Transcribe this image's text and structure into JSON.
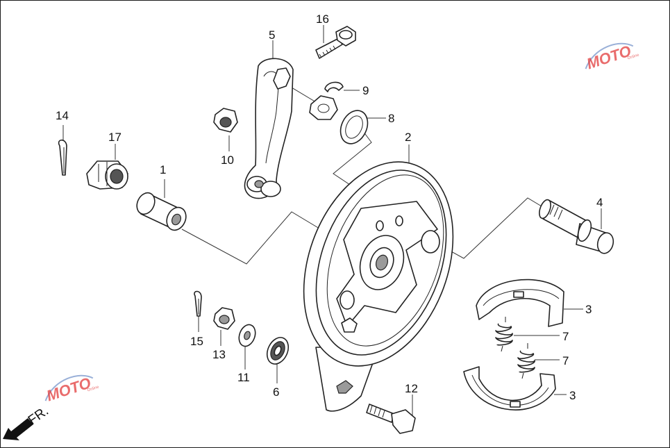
{
  "diagram": {
    "labels": [
      {
        "id": "1",
        "text": "1"
      },
      {
        "id": "2",
        "text": "2"
      },
      {
        "id": "3a",
        "text": "3"
      },
      {
        "id": "3b",
        "text": "3"
      },
      {
        "id": "4",
        "text": "4"
      },
      {
        "id": "5",
        "text": "5"
      },
      {
        "id": "6",
        "text": "6"
      },
      {
        "id": "7a",
        "text": "7"
      },
      {
        "id": "7b",
        "text": "7"
      },
      {
        "id": "8",
        "text": "8"
      },
      {
        "id": "9",
        "text": "9"
      },
      {
        "id": "10",
        "text": "10"
      },
      {
        "id": "11",
        "text": "11"
      },
      {
        "id": "12",
        "text": "12"
      },
      {
        "id": "13",
        "text": "13"
      },
      {
        "id": "14",
        "text": "14"
      },
      {
        "id": "15",
        "text": "15"
      },
      {
        "id": "16",
        "text": "16"
      },
      {
        "id": "17",
        "text": "17"
      }
    ],
    "direction_label": "FR.",
    "watermark": {
      "main": "MOTO",
      "sub": "Online"
    },
    "colors": {
      "line": "#222222",
      "watermark": "#e23b3b",
      "shade": "#9a9a9a"
    }
  }
}
